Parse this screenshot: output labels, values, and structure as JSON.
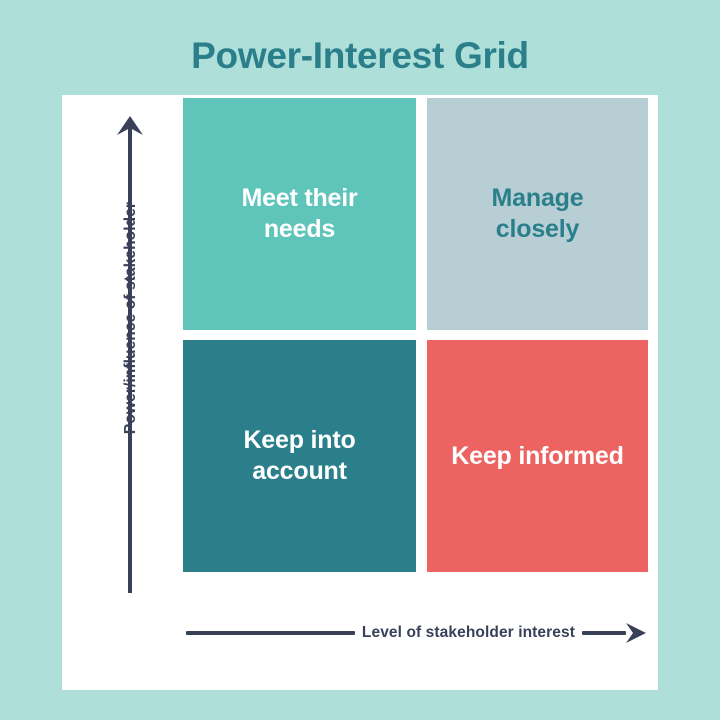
{
  "page": {
    "title": "Power-Interest Grid",
    "background_color": "#aedfd8",
    "board_color": "#ffffff",
    "title_color": "#2a7f8b",
    "axis_color": "#39405a"
  },
  "axes": {
    "y": {
      "label": "Power/influence of stakeholder",
      "direction": "up",
      "arrow_icon": "arrow-up-icon"
    },
    "x": {
      "label": "Level of stakeholder interest",
      "direction": "right",
      "arrow_icon": "arrow-right-icon"
    }
  },
  "chart_data": {
    "type": "table",
    "title": "Power-Interest Grid",
    "xlabel": "Level of stakeholder interest",
    "ylabel": "Power/influence of stakeholder",
    "grid": false,
    "legend": "none",
    "layout": "2x2 quadrant matrix",
    "quadrants": [
      {
        "id": "high-power-low-interest",
        "position": "top-left",
        "power": "high",
        "interest": "low",
        "label": "Meet their\nneeds",
        "fill": "#5fc4ba",
        "text_color": "#ffffff"
      },
      {
        "id": "high-power-high-interest",
        "position": "top-right",
        "power": "high",
        "interest": "high",
        "label": "Manage\nclosely",
        "fill": "#b7cfd4",
        "text_color": "#2a7f8b"
      },
      {
        "id": "low-power-low-interest",
        "position": "bottom-left",
        "power": "low",
        "interest": "low",
        "label": "Keep into\naccount",
        "fill": "#2a7f8b",
        "text_color": "#ffffff"
      },
      {
        "id": "low-power-high-interest",
        "position": "bottom-right",
        "power": "low",
        "interest": "high",
        "label": "Keep informed",
        "fill": "#ec6361",
        "text_color": "#ffffff"
      }
    ]
  }
}
